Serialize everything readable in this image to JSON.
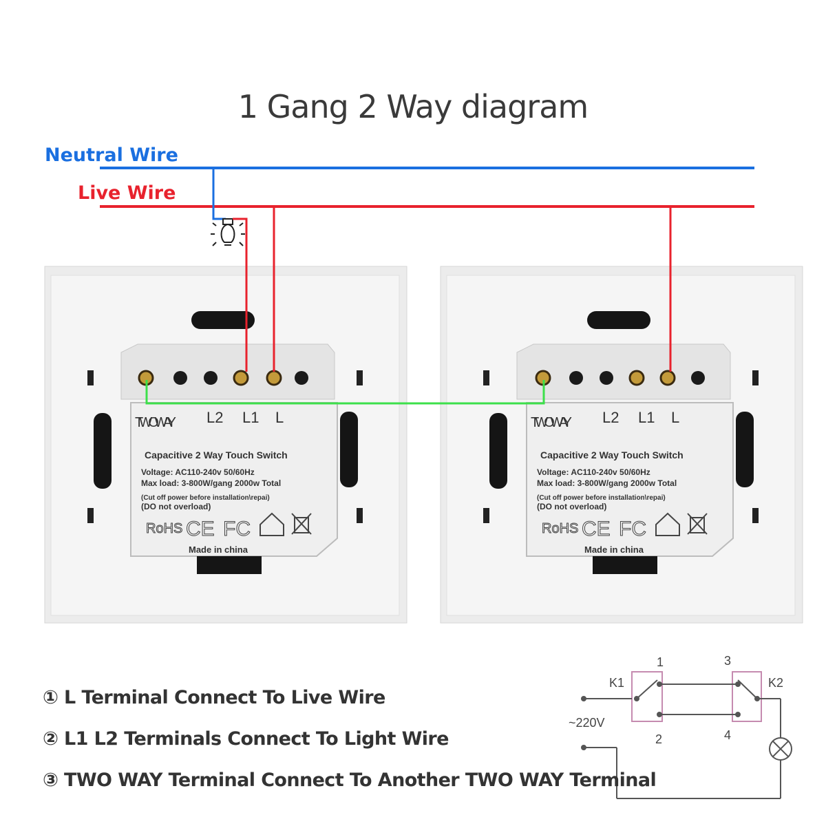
{
  "title": "1 Gang 2 Way diagram",
  "wires": {
    "neutral": {
      "label": "Neutral Wire",
      "color": "#1a6fe0"
    },
    "live": {
      "label": "Live Wire",
      "color": "#e8222d"
    },
    "two_way_link_color": "#3ce04a"
  },
  "switches": [
    {
      "terminals": [
        "TWO WAY",
        "L2",
        "L1",
        "L"
      ],
      "product_name": "Capacitive 2 Way Touch Switch",
      "voltage": "Voltage: AC110-240v 50/60Hz",
      "max_load": "Max load: 3-800W/gang  2000w Total",
      "warning1": "(Cut off power before installation\\repai)",
      "warning2": "(DO not overload)",
      "certs": [
        "RoHS",
        "CE",
        "FC"
      ],
      "origin": "Made in china"
    },
    {
      "terminals": [
        "TWO WAY",
        "L2",
        "L1",
        "L"
      ],
      "product_name": "Capacitive 2 Way Touch Switch",
      "voltage": "Voltage: AC110-240v 50/60Hz",
      "max_load": "Max load: 3-800W/gang  2000w Total",
      "warning1": "(Cut off power before installation\\repai)",
      "warning2": "(DO not overload)",
      "certs": [
        "RoHS",
        "CE",
        "FC"
      ],
      "origin": "Made in china"
    }
  ],
  "notes": [
    "① L Terminal Connect To Live Wire",
    "② L1 L2 Terminals Connect To Light Wire",
    "③ TWO WAY Terminal Connect To Another TWO WAY Terminal"
  ],
  "schematic": {
    "k1": "K1",
    "k2": "K2",
    "voltage": "~220V",
    "contacts": [
      "1",
      "2",
      "3",
      "4"
    ]
  }
}
